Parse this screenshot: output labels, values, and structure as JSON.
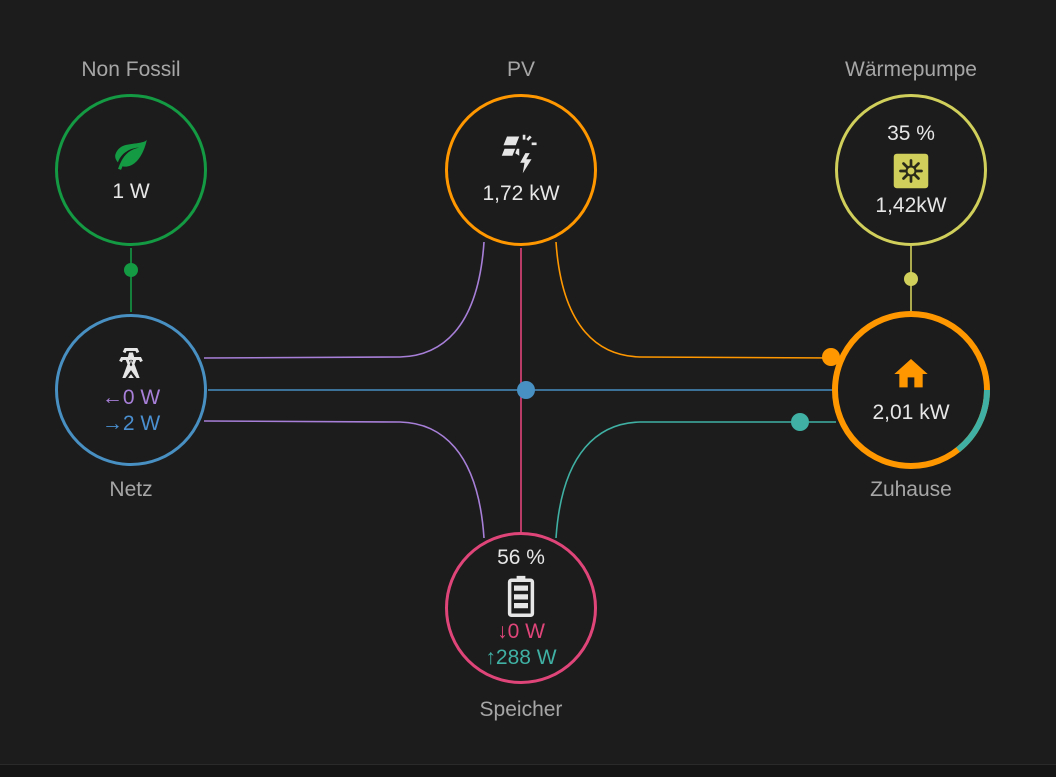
{
  "nodes": {
    "non_fossil": {
      "label": "Non Fossil",
      "value": "1 W",
      "color": "#139a43"
    },
    "pv": {
      "label": "PV",
      "value": "1,72 kW",
      "color": "#ff9800"
    },
    "heatpump": {
      "label": "Wärmepumpe",
      "percent": "35 %",
      "value": "1,42kW",
      "color": "#d0cf5b"
    },
    "grid": {
      "label": "Netz",
      "import_value": "0 W",
      "export_value": "2 W",
      "color": "#488fc2",
      "import_color": "#a77fd8"
    },
    "home": {
      "label": "Zuhause",
      "value": "2,01 kW",
      "color": "#ff9800",
      "battery_share_color": "#3fb0a3"
    },
    "battery": {
      "label": "Speicher",
      "percent": "56 %",
      "in_value": "0 W",
      "out_value": "288 W",
      "in_color": "#e0457a",
      "out_color": "#3fb0a3"
    }
  },
  "arrows": {
    "grid_import": "←",
    "grid_export": "→",
    "battery_in": "↓",
    "battery_out": "↑"
  },
  "icons": {
    "non_fossil": "leaf-icon",
    "pv": "solar-power-icon",
    "heatpump": "heat-pump-icon",
    "grid": "transmission-tower-icon",
    "home": "home-icon",
    "battery": "battery-icon"
  }
}
